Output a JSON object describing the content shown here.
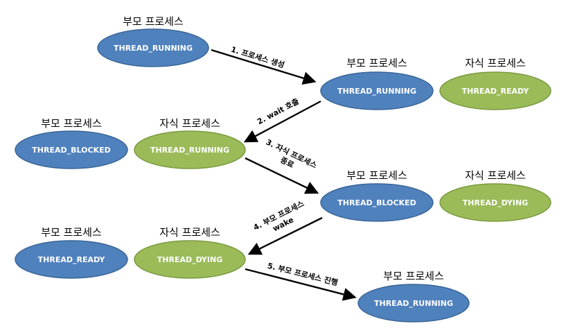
{
  "colors": {
    "parent_fill": "#4f81bd",
    "parent_stroke": "#3a6595",
    "child_fill": "#9bbb59",
    "child_stroke": "#7a9a3f",
    "arrow": "#000000"
  },
  "nodes": [
    {
      "id": "parent-1",
      "role": "parent",
      "label": "부모 프로세스",
      "state": "THREAD_RUNNING"
    },
    {
      "id": "parent-2",
      "role": "parent",
      "label": "부모 프로세스",
      "state": "THREAD_RUNNING"
    },
    {
      "id": "child-2",
      "role": "child",
      "label": "자식 프로세스",
      "state": "THREAD_READY"
    },
    {
      "id": "parent-3",
      "role": "parent",
      "label": "부모 프로세스",
      "state": "THREAD_BLOCKED"
    },
    {
      "id": "child-3",
      "role": "child",
      "label": "자식 프로세스",
      "state": "THREAD_RUNNING"
    },
    {
      "id": "parent-4",
      "role": "parent",
      "label": "부모 프로세스",
      "state": "THREAD_BLOCKED"
    },
    {
      "id": "child-4",
      "role": "child",
      "label": "자식 프로세스",
      "state": "THREAD_DYING"
    },
    {
      "id": "parent-5",
      "role": "parent",
      "label": "부모 프로세스",
      "state": "THREAD_READY"
    },
    {
      "id": "child-5",
      "role": "child",
      "label": "자식 프로세스",
      "state": "THREAD_DYING"
    },
    {
      "id": "parent-6",
      "role": "parent",
      "label": "부모 프로세스",
      "state": "THREAD_RUNNING"
    }
  ],
  "steps": [
    {
      "id": "step-1",
      "lines": [
        "1. 프로세스 생성"
      ]
    },
    {
      "id": "step-2",
      "lines": [
        "2. wait 호출"
      ]
    },
    {
      "id": "step-3",
      "lines": [
        "3. 자식 프로세스",
        "종료"
      ]
    },
    {
      "id": "step-4",
      "lines": [
        "4. 부모 프로세스",
        "wake"
      ]
    },
    {
      "id": "step-5",
      "lines": [
        "5. 부모 프로세스 진행"
      ]
    }
  ]
}
